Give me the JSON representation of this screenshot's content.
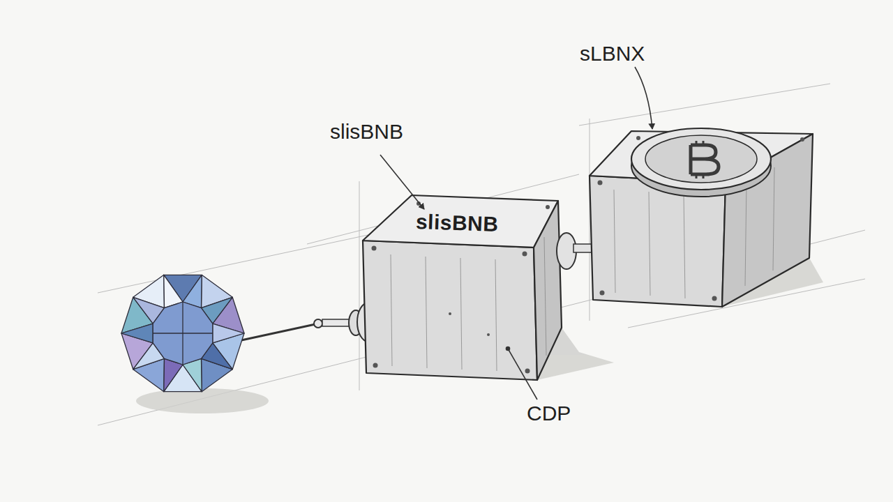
{
  "diagram": {
    "nodes": [
      {
        "text": [
          "slisBNB"
        ]
      }
    ],
    "labels": [
      "slisBNB",
      "sLBNX",
      "CDP"
    ]
  }
}
